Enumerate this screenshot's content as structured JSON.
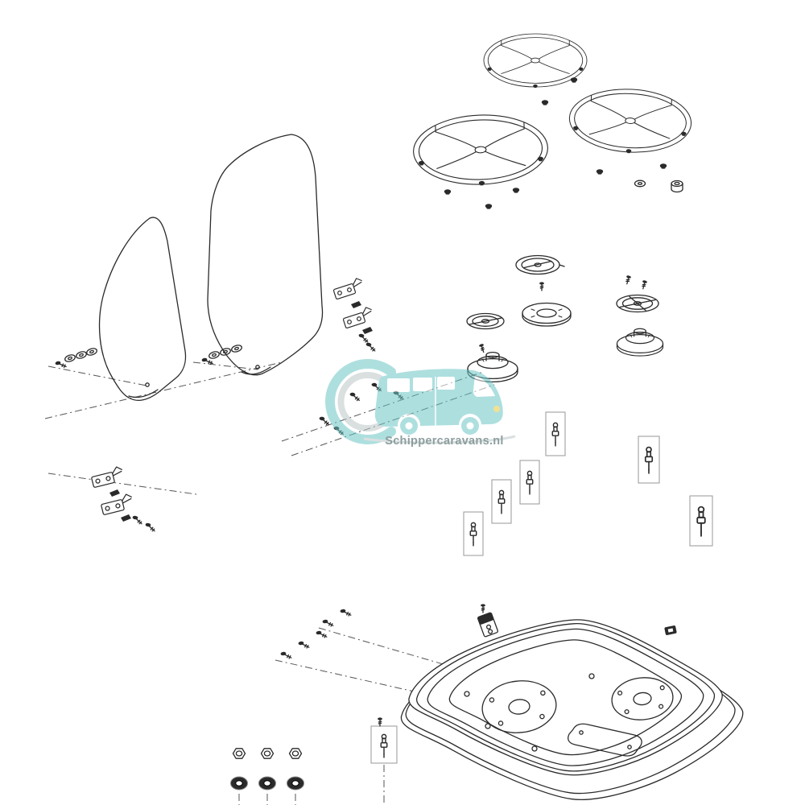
{
  "page": {
    "background": "#ffffff",
    "line_color": "#2a2a2a",
    "dash_color": "#555555"
  },
  "watermark": {
    "text": "Schippercaravans.nl",
    "accent_color": "#6cc5c6",
    "text_color": "#8d9e9e",
    "shadow_color": "#bcc7c7",
    "headlight_color": "#e9c93b"
  },
  "diagram": {
    "name": "gas-hob-exploded-parts-diagram",
    "parts": [
      {
        "id": "pan-support-grid",
        "count": 3
      },
      {
        "id": "glass-lid",
        "count": 2
      },
      {
        "id": "lid-hinge-bracket",
        "count": 4
      },
      {
        "id": "burner-cap",
        "count": 2
      },
      {
        "id": "burner-ring",
        "count": 3
      },
      {
        "id": "burner-body",
        "count": 2
      },
      {
        "id": "thermocouple-electrode",
        "count": 7
      },
      {
        "id": "hob-tray",
        "count": 1
      },
      {
        "id": "seal-gasket",
        "count": 1
      },
      {
        "id": "hex-nut",
        "count": 3
      },
      {
        "id": "burner-base-nut",
        "count": 3
      },
      {
        "id": "screw",
        "count": 18
      },
      {
        "id": "washer",
        "count": 7
      }
    ]
  }
}
